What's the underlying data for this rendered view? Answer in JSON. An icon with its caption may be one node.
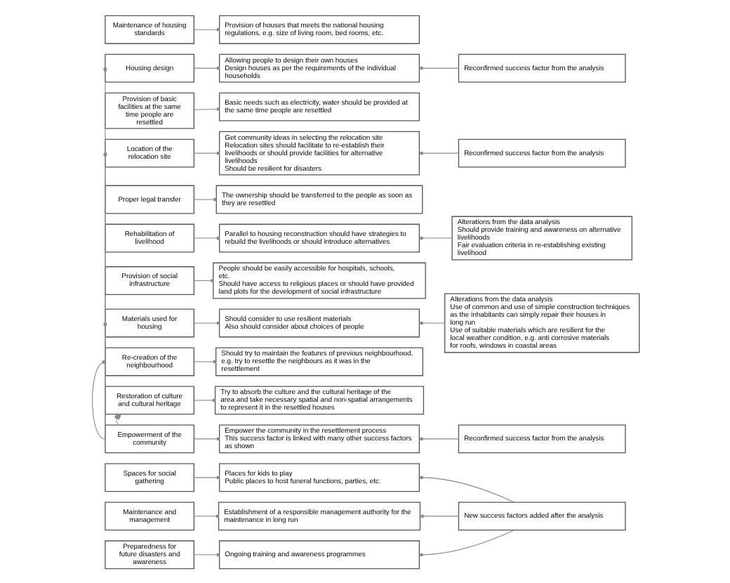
{
  "diagram": {
    "nodes": [
      {
        "text": [
          "Maintenance of housing standards"
        ]
      },
      {
        "text": [
          "Provision of houses that meets the national housing regulations, e.g. size of living room, bed rooms, etc."
        ]
      },
      {
        "text": [
          "Housing design"
        ]
      },
      {
        "text": [
          "Allowing people to design their own houses",
          "Design houses as per the requirements of the individual households"
        ]
      },
      {
        "text": [
          "Reconfirmed success factor from the analysis"
        ]
      },
      {
        "text": [
          "Provision of basic facilities at the same time people are resettled"
        ]
      },
      {
        "text": [
          "Basic needs such as electricity, water should be provided at the same time people are resettled"
        ]
      },
      {
        "text": [
          "Location of the relocation site"
        ]
      },
      {
        "text": [
          "Get community ideas in selecting the relocation site",
          "Relocation sites should facilitate to re-establish their livelihoods or should provide facilities for alternative livelihoods",
          "Should be resilient for disasters"
        ]
      },
      {
        "text": [
          "Reconfirmed success factor from the analysis"
        ]
      },
      {
        "text": [
          "Proper legal transfer"
        ]
      },
      {
        "text": [
          "The ownership should be transferred to the people as soon as they are resettled"
        ]
      },
      {
        "text": [
          "Alterations from the data analysis",
          "Should provide training and awareness on alternative livelihoods",
          "Fair evaluation criteria in re-establishing existing livelihood"
        ]
      },
      {
        "text": [
          "Rehabilitation of livelihood"
        ]
      },
      {
        "text": [
          "Parallel to housing reconstruction should have strategies to rebuild the livelihoods or should introduce alternatives"
        ]
      },
      {
        "text": [
          "Provision of social infrastructure"
        ]
      },
      {
        "text": [
          "People should be easily accessible for hospitals, schools, etc.",
          "Should have access to religious places or should have provided land plots for the development of social infrastructure"
        ]
      },
      {
        "text": [
          "Alterations from the data analysis",
          "Use of common and use of simple construction techniques as the inhabitants can simply repair their houses in long run",
          "Use of suitable materials which are resilient for the local weather condition, e.g. anti corrosive materials for roofs, windows in coastal areas"
        ]
      },
      {
        "text": [
          "Materials used for housing"
        ]
      },
      {
        "text": [
          "Should consider to use resilient materials",
          "Also should consider about choices of people"
        ]
      },
      {
        "text": [
          "Re-creation of the neighbourhood"
        ]
      },
      {
        "text": [
          "Should try to maintain the features of previous neighbourhood, e.g. try to resettle the neighbours as it was in the resettlement"
        ]
      },
      {
        "text": [
          "Restoration of culture and cultural heritage"
        ]
      },
      {
        "text": [
          "Try to absorb the culture and the cultural heritage of the area and take necessary spatial and non-spatial arrangements to represent it in the resettled houses"
        ]
      },
      {
        "text": [
          "Empowerment of the community"
        ]
      },
      {
        "text": [
          "Empower the community in the resettlement process",
          "This success factor is linked with many other success factors as shown"
        ]
      },
      {
        "text": [
          "Reconfirmed success factor from the analysis"
        ]
      },
      {
        "text": [
          "Spaces for social gathering"
        ]
      },
      {
        "text": [
          "Places for kids to play",
          "Public places to host funeral functions, parties, etc."
        ]
      },
      {
        "text": [
          "New success factors added after the analysis"
        ]
      },
      {
        "text": [
          "Maintenance and management"
        ]
      },
      {
        "text": [
          "Establishment of a responsible management authority for the maintenance in long run"
        ]
      },
      {
        "text": [
          "Preparedness for future disasters and awareness"
        ]
      },
      {
        "text": [
          "Ongoing training and awareness programmes"
        ]
      }
    ],
    "edges": [
      {
        "from": 0,
        "to": 1,
        "arrow": "other"
      },
      {
        "from": 2,
        "to": 3,
        "arrow": "other"
      },
      {
        "from": 4,
        "to": 3,
        "arrow": "other"
      },
      {
        "from": 5,
        "to": 6,
        "arrow": "other"
      },
      {
        "from": 7,
        "to": 8,
        "arrow": "other"
      },
      {
        "from": 9,
        "to": 8,
        "arrow": "other"
      },
      {
        "from": 10,
        "to": 11,
        "arrow": "other"
      },
      {
        "from": 12,
        "to": 14,
        "arrow": "other"
      },
      {
        "from": 13,
        "to": 14,
        "arrow": "other"
      },
      {
        "from": 15,
        "to": 16,
        "arrow": "other"
      },
      {
        "from": 17,
        "to": 19,
        "arrow": "other"
      },
      {
        "from": 18,
        "to": 19,
        "arrow": "other"
      },
      {
        "from": 20,
        "to": 21,
        "arrow": "other"
      },
      {
        "from": 22,
        "to": 23,
        "arrow": "other"
      },
      {
        "from": 24,
        "to": 25,
        "arrow": "other"
      },
      {
        "from": 26,
        "to": 25,
        "arrow": "other"
      },
      {
        "from": 27,
        "to": 28,
        "arrow": "other"
      },
      {
        "from": 29,
        "to": 28,
        "arrow": "other"
      },
      {
        "from": 30,
        "to": 31,
        "arrow": "other"
      },
      {
        "from": 29,
        "to": 31,
        "arrow": "other"
      },
      {
        "from": 32,
        "to": 33,
        "arrow": "other"
      },
      {
        "from": 29,
        "to": 33,
        "arrow": "other"
      },
      {
        "from": 24,
        "to": 2,
        "arrow": "other"
      },
      {
        "from": 24,
        "to": 7,
        "arrow": "other"
      },
      {
        "from": 24,
        "to": 18,
        "arrow": "other"
      },
      {
        "from": 24,
        "to": 20,
        "arrow": "other"
      },
      {
        "from": 24,
        "to": 22,
        "arrow": "other"
      }
    ]
  }
}
